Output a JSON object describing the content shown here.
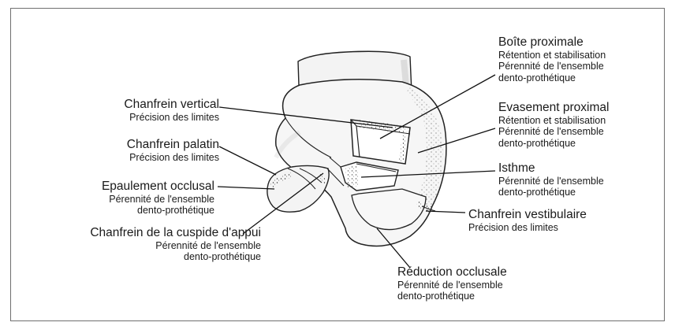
{
  "labels": {
    "chanfrein_vertical": {
      "title": "Chanfrein vertical",
      "lines": [
        "Précision des limites"
      ]
    },
    "chanfrein_palatin": {
      "title": "Chanfrein palatin",
      "lines": [
        "Précision des limites"
      ]
    },
    "epaulement_occlusal": {
      "title": "Epaulement occlusal",
      "lines": [
        "Pérennité de l'ensemble",
        "dento-prothétique"
      ]
    },
    "chanfrein_cuspide": {
      "title": "Chanfrein de la cuspide d'appui",
      "lines": [
        "Pérennité de l'ensemble",
        "dento-prothétique"
      ]
    },
    "boite_proximale": {
      "title": "Boîte proximale",
      "lines": [
        "Rétention et stabilisation",
        "Pérennité de l'ensemble",
        "dento-prothétique"
      ]
    },
    "evasement_proximal": {
      "title": "Evasement proximal",
      "lines": [
        "Rétention et stabilisation",
        "Pérennité de l'ensemble",
        "dento-prothétique"
      ]
    },
    "isthme": {
      "title": "Isthme",
      "lines": [
        "Pérennité de l'ensemble",
        "dento-prothétique"
      ]
    },
    "chanfrein_vestibulaire": {
      "title": "Chanfrein vestibulaire",
      "lines": [
        "Précision des limites"
      ]
    },
    "reduction_occlusale": {
      "title": "Réduction occlusale",
      "lines": [
        "Pérennité de l'ensemble",
        "dento-prothétique"
      ]
    }
  }
}
